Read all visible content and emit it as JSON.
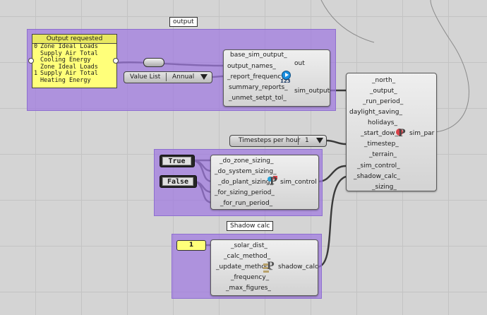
{
  "groups": {
    "output_label": "output",
    "shadow_label": "Shadow calc"
  },
  "output_panel": {
    "title": "Output requested",
    "lines": [
      {
        "idx": "0",
        "text": "Zone Ideal Loads"
      },
      {
        "idx": "",
        "text": "Supply Air Total"
      },
      {
        "idx": "",
        "text": "Cooling Energy"
      },
      {
        "idx": "",
        "text": "Zone Ideal Loads"
      },
      {
        "idx": "1",
        "text": "Supply Air Total"
      },
      {
        "idx": "",
        "text": "Heating Energy"
      }
    ]
  },
  "value_list": {
    "label": "Value List",
    "value": "Annual"
  },
  "sim_output": {
    "inputs": [
      "base_sim_output_",
      "output_names_",
      "_report_frequency_",
      "summary_reports_",
      "_unmet_setpt_tol_"
    ],
    "outputs": [
      "out",
      "sim_output"
    ],
    "icon_text": "123"
  },
  "timestep_slider": {
    "label": "Timesteps per hour",
    "value": "1"
  },
  "sim_par": {
    "inputs": [
      "_north_",
      "_output_",
      "_run_period_",
      "daylight_saving_",
      "holidays_",
      "_start_dow_",
      "_timestep_",
      "_terrain_",
      "_sim_control_",
      "_shadow_calc_",
      "_sizing_"
    ],
    "output": "sim_par"
  },
  "toggles": {
    "true_label": "True",
    "false_label": "False"
  },
  "sim_control": {
    "inputs": [
      "_do_zone_sizing_",
      "_do_system_sizing_",
      "_do_plant_sizing_",
      "_for_sizing_period_",
      "_for_run_period_"
    ],
    "output": "sim_control"
  },
  "number_panel": {
    "value": "1"
  },
  "shadow_calc": {
    "inputs": [
      "_solar_dist_",
      "_calc_method_",
      "_update_method_",
      "_frequency_",
      "_max_figures_"
    ],
    "output": "shadow_calc"
  },
  "colors": {
    "group": "#a078e1",
    "panel": "#ffff7a",
    "wire": "#3a3a3a"
  }
}
